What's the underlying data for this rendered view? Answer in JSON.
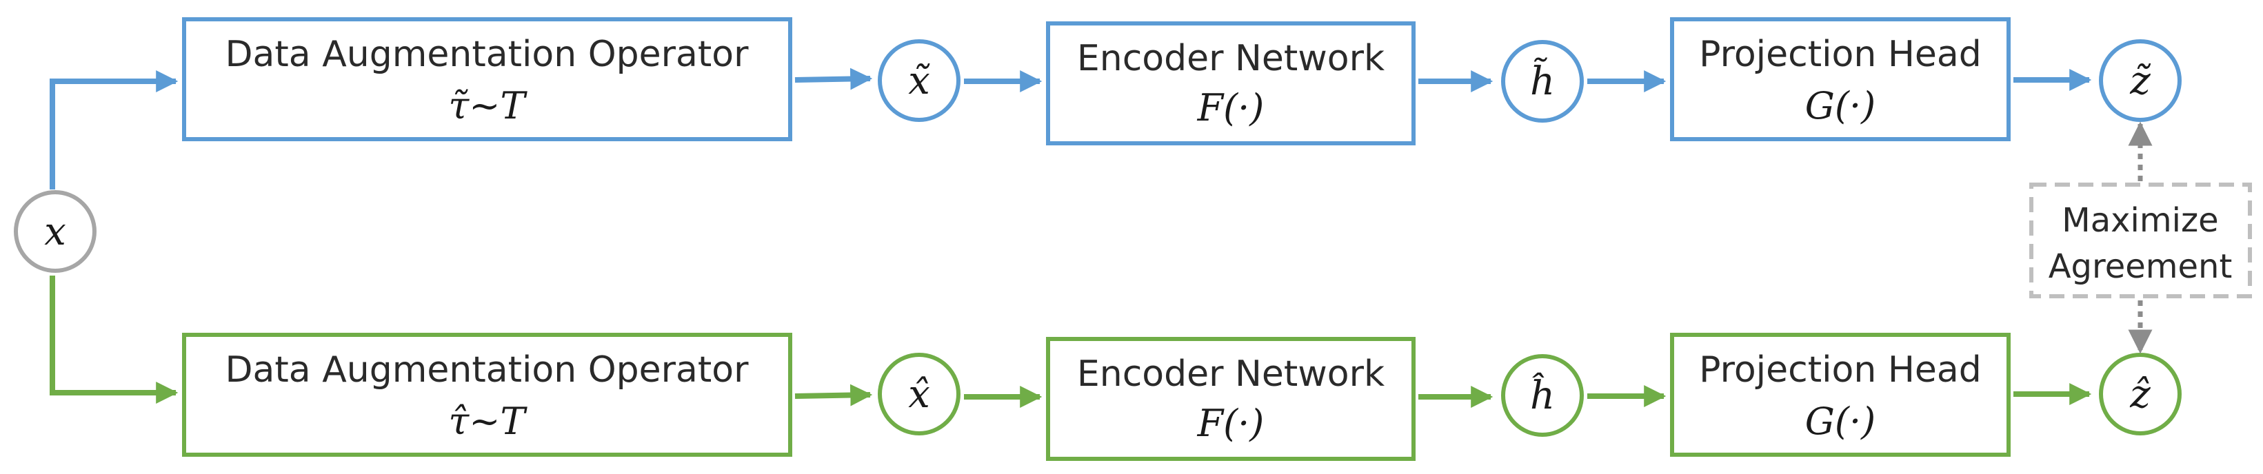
{
  "colors": {
    "blue": "#5b9bd5",
    "green": "#70ad47",
    "gray": "#a6a6a6",
    "text": "#2a2a2a"
  },
  "input": {
    "label": "x"
  },
  "top": {
    "aug": {
      "title": "Data Augmentation Operator",
      "formula": "τ̃~T"
    },
    "x_node": "x̃",
    "enc": {
      "title": "Encoder Network",
      "formula": "F(·)"
    },
    "h_node": "h̃",
    "proj": {
      "title": "Projection Head",
      "formula": "G(·)"
    },
    "z_node": "z̃"
  },
  "bottom": {
    "aug": {
      "title": "Data Augmentation Operator",
      "formula": "τ̂~T"
    },
    "x_node": "x̂",
    "enc": {
      "title": "Encoder Network",
      "formula": "F(·)"
    },
    "h_node": "ĥ",
    "proj": {
      "title": "Projection Head",
      "formula": "G(·)"
    },
    "z_node": "ẑ"
  },
  "agreement": {
    "line1": "Maximize",
    "line2": "Agreement"
  }
}
